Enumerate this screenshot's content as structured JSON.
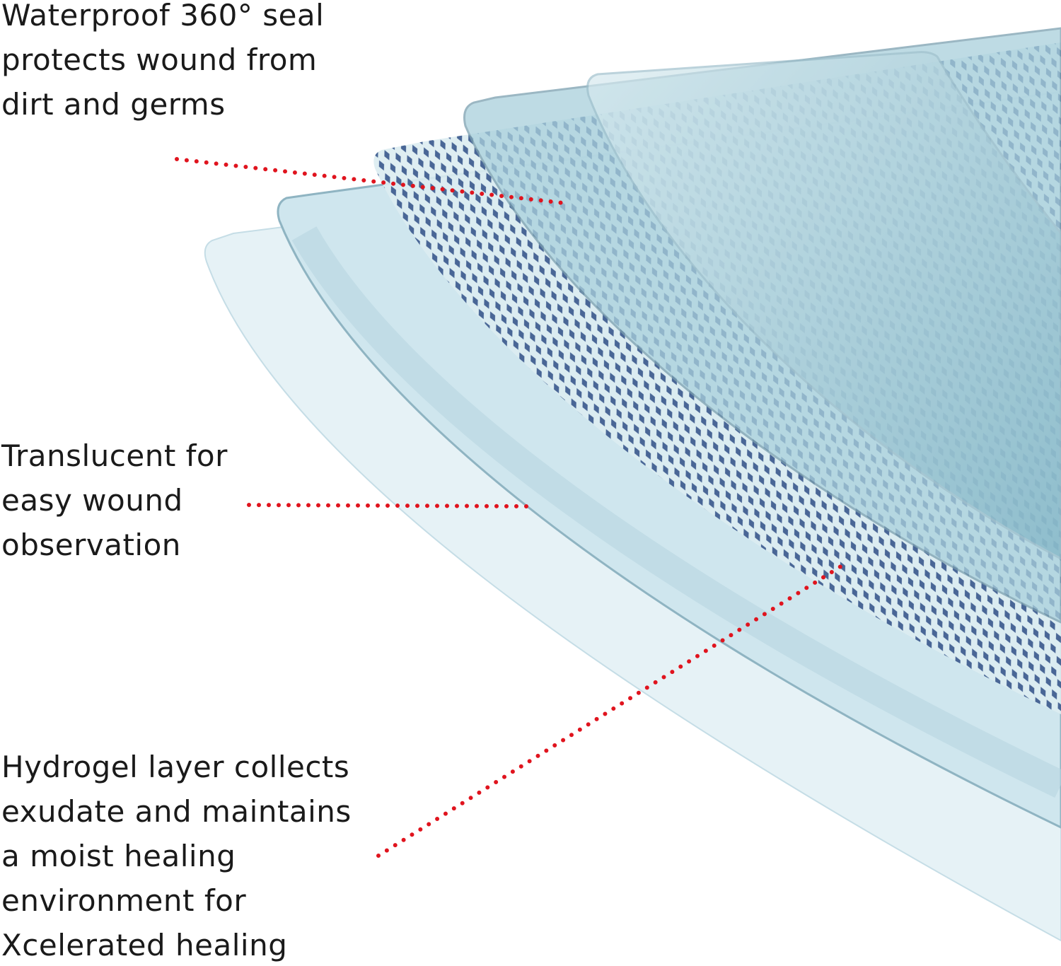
{
  "callouts": [
    {
      "lines": [
        "Waterproof 360° seal",
        "protects wound from",
        "dirt and germs"
      ]
    },
    {
      "lines": [
        "Translucent for",
        "easy wound",
        "observation"
      ]
    },
    {
      "lines": [
        "Hydrogel layer collects",
        "exudate and maintains",
        "a moist healing",
        "environment for",
        "Xcelerated healing"
      ]
    }
  ],
  "colors": {
    "leader_line": "#e0141e",
    "mesh": "#2f4f86",
    "layer": "#cfe6ee",
    "hydrogel": "#9cc9d8"
  }
}
